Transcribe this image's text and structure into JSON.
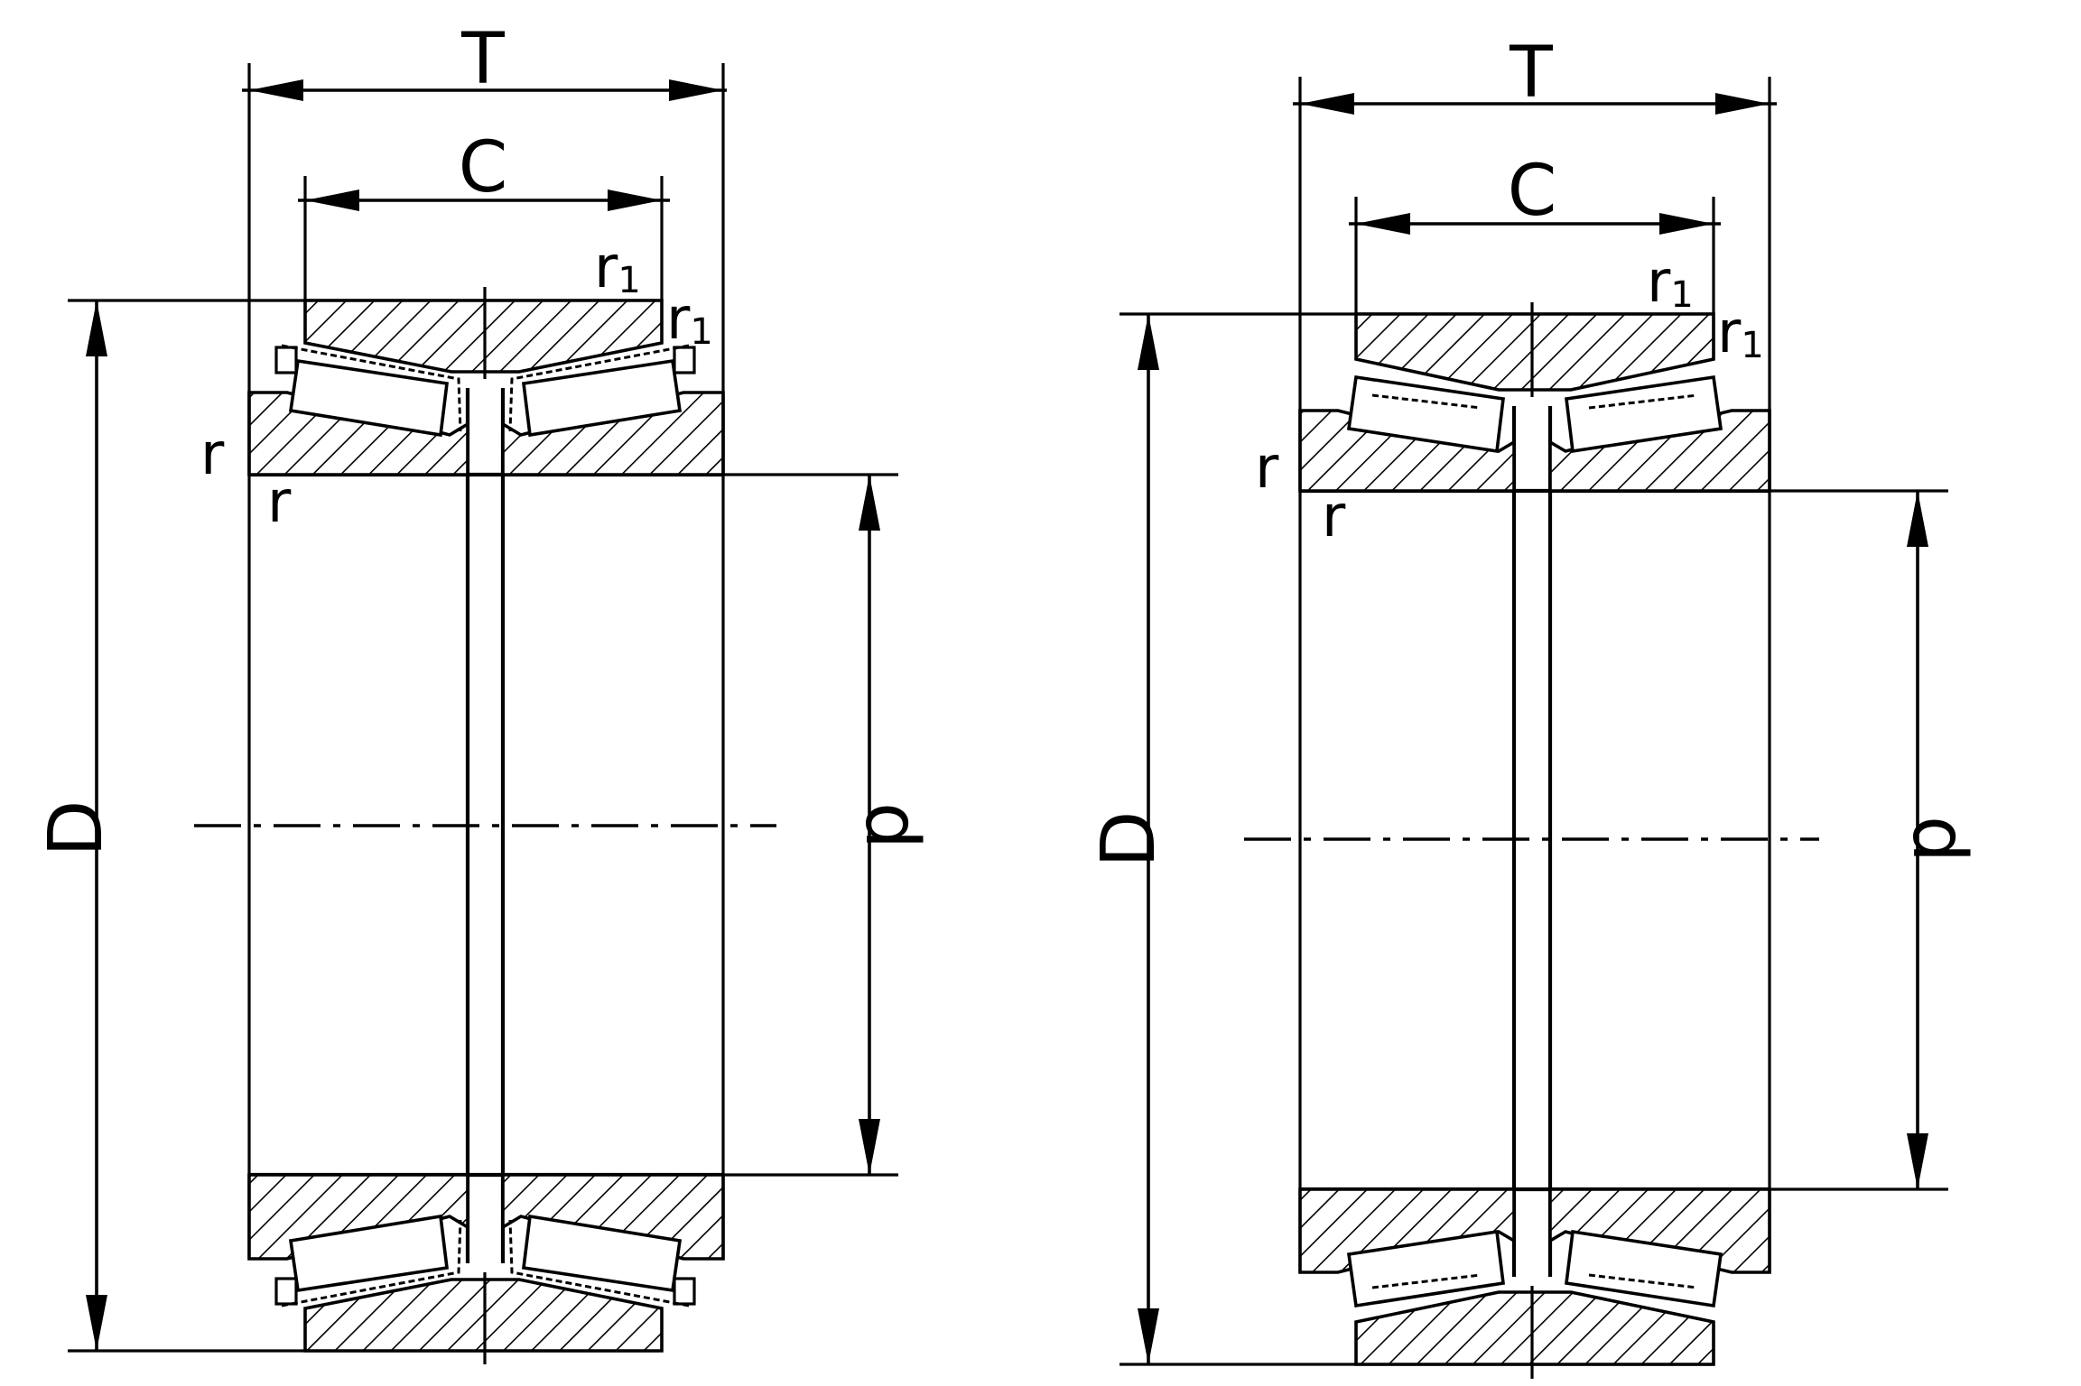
{
  "labels": {
    "total_width": "T",
    "cup_width": "C",
    "cup_chamfer": "r1",
    "cup_chamfer_sub": "1",
    "cup_chamfer_main": "r",
    "cone_chamfer": "r",
    "outer_diameter": "D",
    "bore_diameter": "d"
  }
}
